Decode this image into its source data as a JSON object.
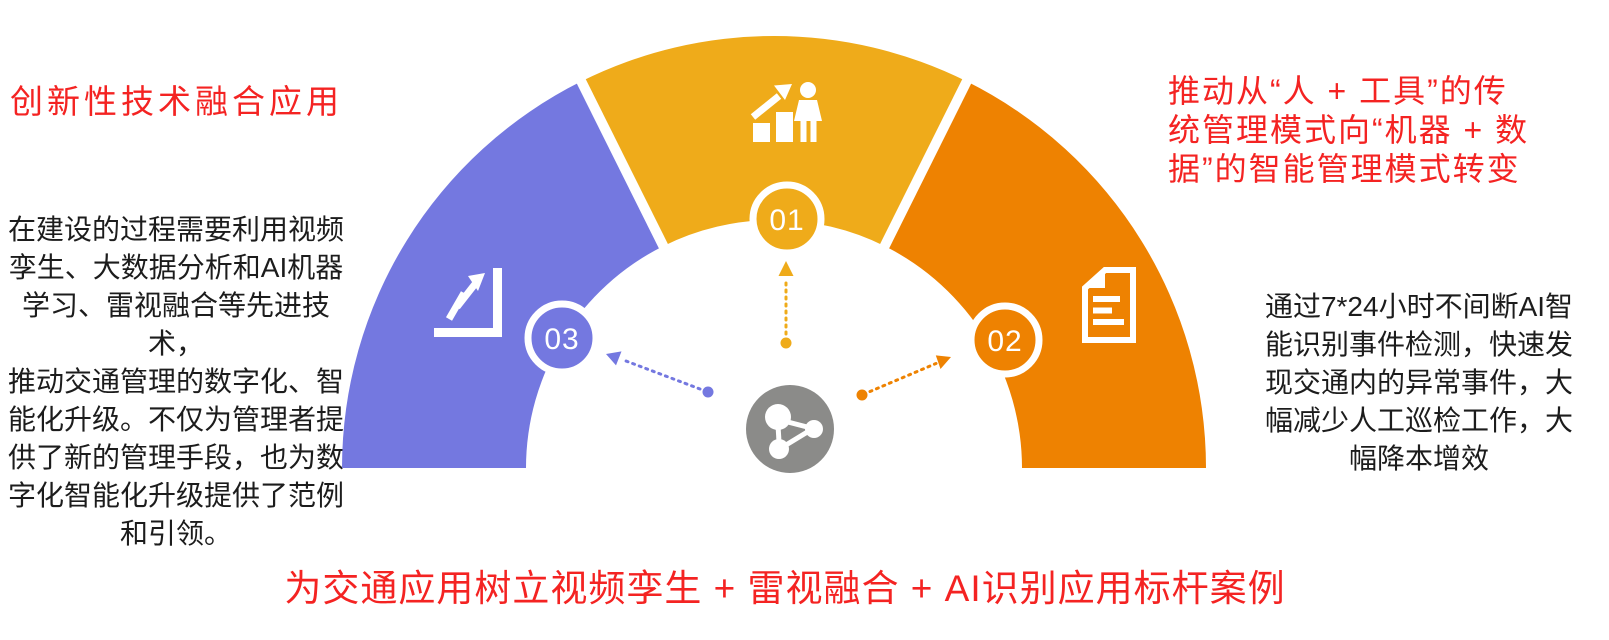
{
  "page": {
    "background": "#ffffff"
  },
  "left_panel": {
    "title": "创新性技术融合应用",
    "body": "在建设的过程需要利用视频\n孪生、大数据分析和AI机器\n学习、雷视融合等先进技术，\n推动交通管理的数字化、智\n能化升级。不仅为管理者提\n供了新的管理手段，也为数\n字化智能化升级提供了范例\n和引领。"
  },
  "right_panel": {
    "heading": "推动从“人 + 工具”的传\n统管理模式向“机器 + 数\n据”的智能管理模式转变",
    "body": "通过7*24小时不间断AI智\n能识别事件检测，快速发\n现交通内的异常事件，大\n幅减少人工巡检工作，大\n幅降本增效"
  },
  "footer": {
    "text": "为交通应用树立视频孪生 + 雷视融合 + AI识别应用标杆案例"
  },
  "colors": {
    "red": "#f42322",
    "ink": "#1c1c1c",
    "white": "#ffffff"
  },
  "diagram": {
    "segments": [
      {
        "number": "01",
        "color": "#efab1a",
        "icon": "bar-chart-person-icon",
        "position": "top"
      },
      {
        "number": "02",
        "color": "#ee8201",
        "icon": "document-icon",
        "position": "right"
      },
      {
        "number": "03",
        "color": "#7478e0",
        "icon": "trend-zigzag-icon",
        "position": "left"
      }
    ],
    "hub": {
      "color": "#8b8b89",
      "icon": "share-network-icon"
    }
  }
}
